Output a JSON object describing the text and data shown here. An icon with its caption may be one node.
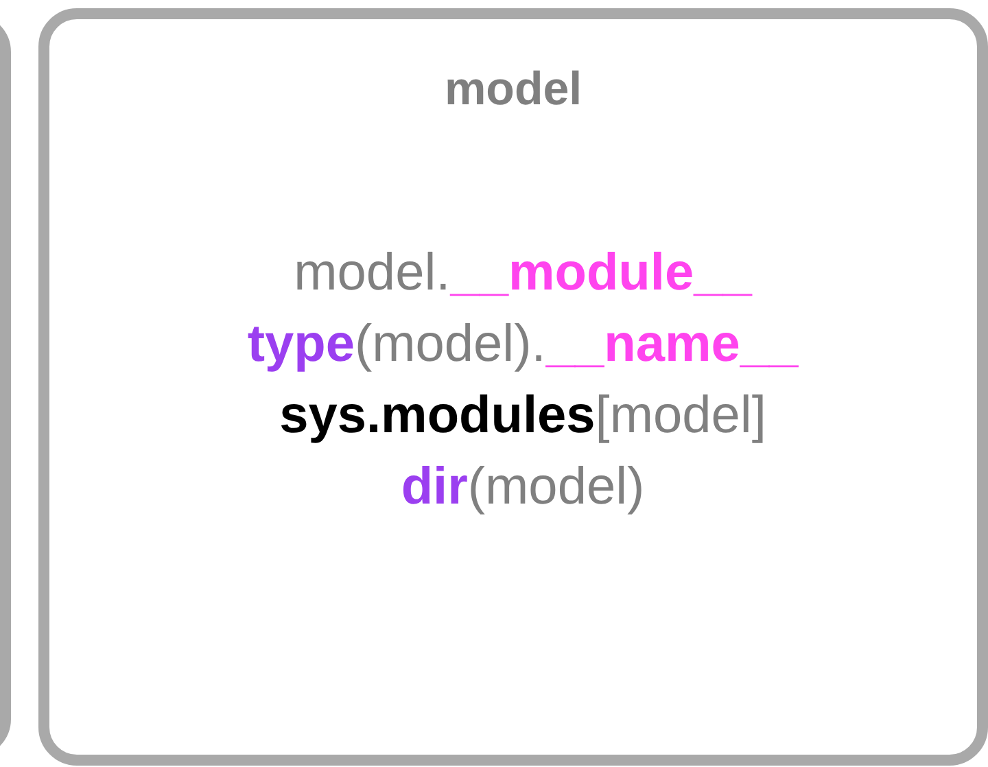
{
  "diagram": {
    "nodes": [
      {
        "text": [],
        "shape": "box"
      },
      {
        "text": [
          "model",
          "model.**__module__**",
          "**type**(model).**__name__**",
          "**sys.modules**[model]",
          "**dir**(model)"
        ]
      }
    ]
  }
}
